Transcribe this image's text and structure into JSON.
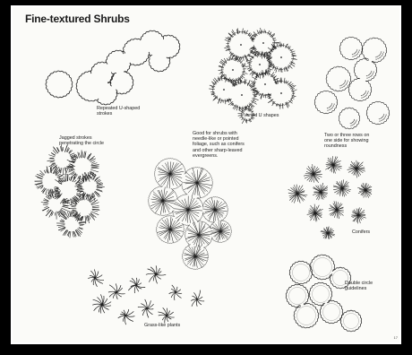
{
  "title": "Fine-textured Shrubs",
  "labels": {
    "repeated": "Repeated U-shaped\nstrokes",
    "varied": "Varied U shapes",
    "rows": "Two or three rows on\none side for showing\nroundness",
    "jagged": "Jagged strokes\npenetrating the circle",
    "good": "Good for shrubs with\nneedle-like or pointed\nfoliage, such as conifers\nand other sharp-leaved\nevergreens.",
    "conifers": "Conifers",
    "double": "Double circle\nguidelines",
    "grass": "Grass-like plants"
  },
  "page_number": "17",
  "colors": {
    "ink": "#1c1c1c",
    "paper": "#fbfbf8",
    "frame": "#000000"
  }
}
